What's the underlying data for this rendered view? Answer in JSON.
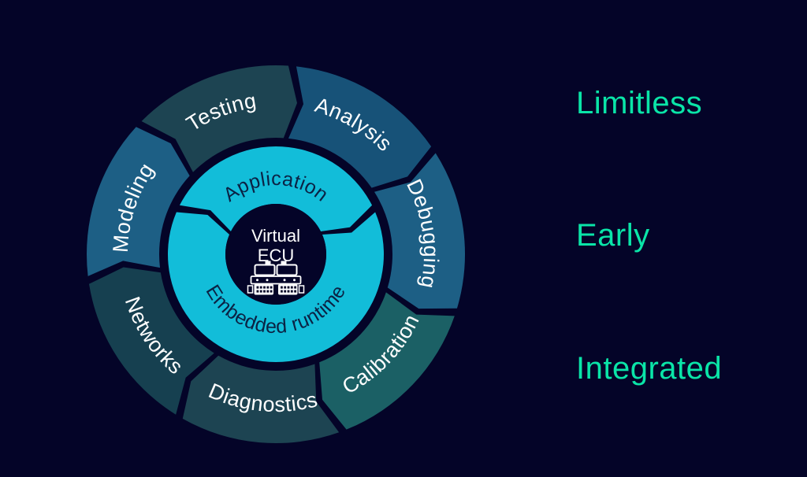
{
  "background_color": "#040428",
  "keywords": {
    "color": "#0AE5A8",
    "items": [
      {
        "label": "Limitless"
      },
      {
        "label": "Early"
      },
      {
        "label": "Integrated"
      }
    ]
  },
  "wheel": {
    "label_color": "#FFFFFF",
    "inner_text_color": "#0B2244",
    "gap_color": "#040428",
    "center": {
      "line1": "Virtual",
      "line2": "ECU",
      "icon": "virtual-ecu-device-icon"
    },
    "outer_segments": [
      {
        "label": "Testing",
        "color": "#1D4452",
        "start": 223.57,
        "end": 275.0,
        "reading": "cw"
      },
      {
        "label": "Analysis",
        "color": "#175278",
        "start": -85.0,
        "end": -33.57,
        "reading": "cw"
      },
      {
        "label": "Debugging",
        "color": "#1D5F85",
        "start": -33.57,
        "end": 17.86,
        "reading": "cw"
      },
      {
        "label": "Calibration",
        "color": "#1B6065",
        "start": 17.86,
        "end": 69.29,
        "reading": "ccw"
      },
      {
        "label": "Diagnostics",
        "color": "#1D4452",
        "start": 69.29,
        "end": 120.71,
        "reading": "ccw"
      },
      {
        "label": "Networks",
        "color": "#164050",
        "start": 120.71,
        "end": 172.14,
        "reading": "ccw"
      },
      {
        "label": "Modeling",
        "color": "#1D5F85",
        "start": 172.14,
        "end": 223.57,
        "reading": "cw"
      }
    ],
    "inner_segments": [
      {
        "label": "Application",
        "color": "#12BDD9",
        "start": -155.0,
        "end": -25.0,
        "reading": "cw"
      },
      {
        "label": "Embedded runtime",
        "color": "#12BDD9",
        "start": -25.0,
        "end": 205.0,
        "reading": "ccw"
      }
    ]
  }
}
